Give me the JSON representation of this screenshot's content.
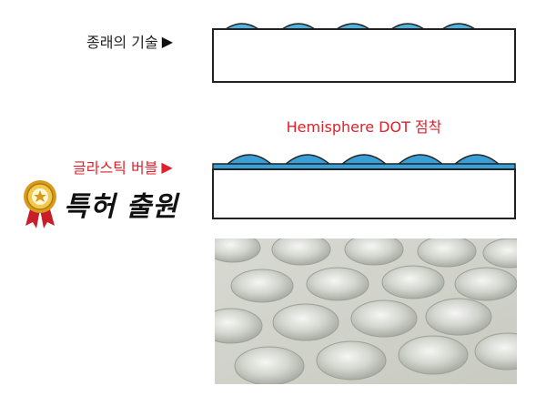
{
  "prior_art": {
    "label": "종래의 기술",
    "arrow": "▶"
  },
  "caption": {
    "text": "Hemisphere DOT 점착"
  },
  "plastic_bubble": {
    "label": "글라스틱 버블",
    "arrow": "▶"
  },
  "patent": {
    "text": "특허 출원",
    "icon": "award-medal-icon"
  },
  "colors": {
    "accent_red": "#e0202a",
    "dot_blue": "#4fb3e2",
    "layer_blue": "#3a9fd6",
    "outline": "#222222"
  },
  "photo": {
    "subject": "close-up-photo-of-dome-dots"
  }
}
